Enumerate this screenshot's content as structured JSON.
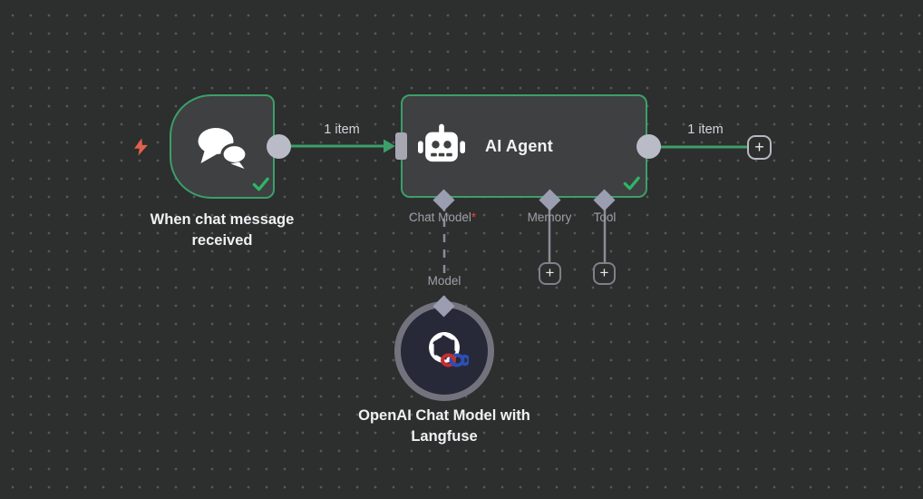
{
  "app": {
    "name": "n8n workflow canvas"
  },
  "colors": {
    "canvas_background": "#2d2e2e",
    "grid_dot": "#56575b",
    "node_fill": "#3f4042",
    "success_green": "#3c9f69",
    "connector_gray": "#9b9db0",
    "trigger_bolt_red": "#e0614e",
    "required_red": "#e2483d",
    "model_node_fill": "#272939"
  },
  "nodes": {
    "chat_trigger": {
      "label": "When chat message received",
      "icon": "chat-bubbles-icon",
      "trigger_icon": "lightning-bolt-icon",
      "status": "success"
    },
    "ai_agent": {
      "title": "AI Agent",
      "icon": "robot-icon",
      "status": "success",
      "inputs": {
        "chat_model": {
          "label": "Chat Model",
          "required_marker": "*"
        },
        "memory": {
          "label": "Memory"
        },
        "tool": {
          "label": "Tool"
        }
      }
    },
    "openai_model": {
      "label": "OpenAI Chat Model with Langfuse",
      "icon": "openai-logo",
      "badge_icon": "langfuse-knot-icon"
    }
  },
  "edges": {
    "trigger_to_agent": {
      "label": "1 item"
    },
    "agent_output": {
      "label": "1 item"
    },
    "model_to_agent": {
      "label": "Model"
    }
  },
  "controls": {
    "plus_label": "+"
  }
}
